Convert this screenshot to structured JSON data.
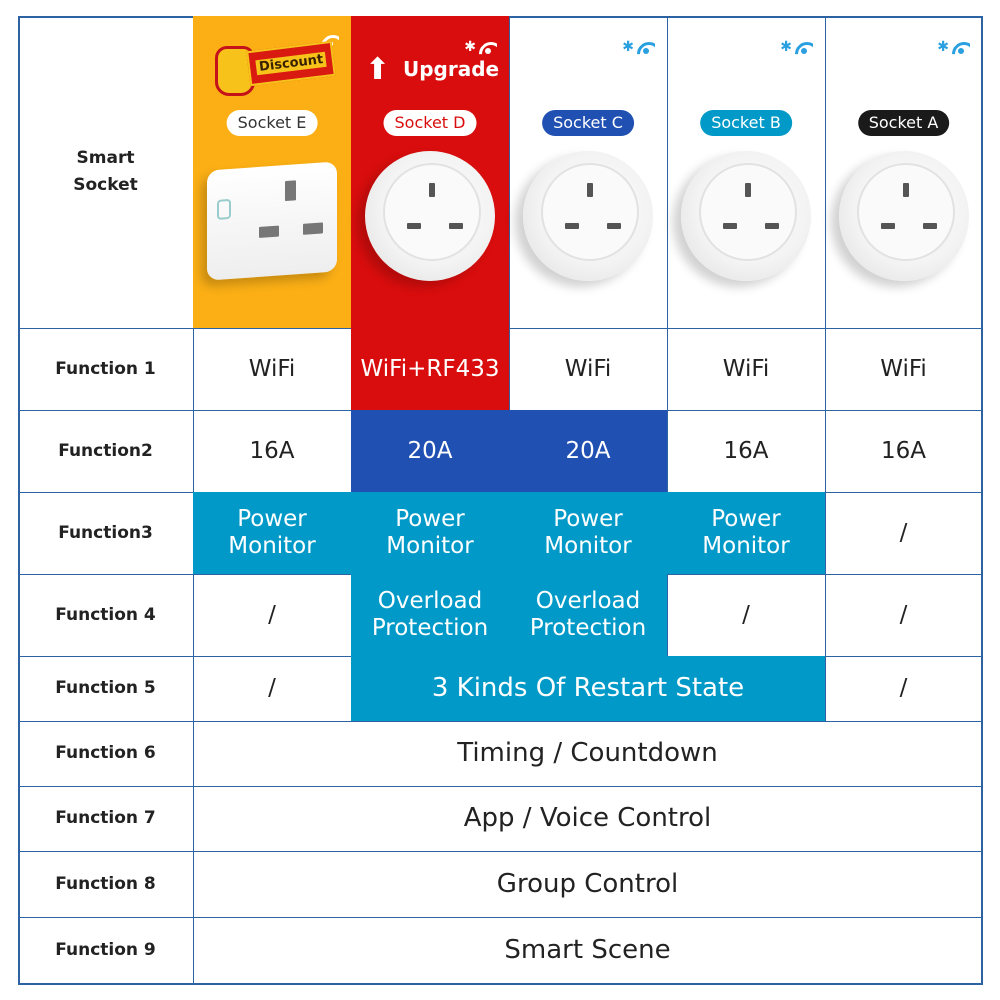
{
  "header": {
    "row_label": "Smart Socket",
    "products": [
      {
        "name": "Socket E",
        "badge": "Discount",
        "connectivity": [
          "wifi"
        ],
        "bg": "#fbaf15"
      },
      {
        "name": "Socket D",
        "badge": "Upgrade",
        "connectivity": [
          "bluetooth",
          "wifi"
        ],
        "bg": "#d90d0d"
      },
      {
        "name": "Socket C",
        "connectivity": [
          "bluetooth",
          "wifi"
        ],
        "pill": "#2150b3"
      },
      {
        "name": "Socket B",
        "connectivity": [
          "bluetooth",
          "wifi"
        ],
        "pill": "#0199c7"
      },
      {
        "name": "Socket A",
        "connectivity": [
          "bluetooth",
          "wifi"
        ],
        "pill": "#1a1a1a"
      }
    ]
  },
  "rows": [
    {
      "label": "Function 1",
      "cells": [
        "WiFi",
        "WiFi+RF433",
        "WiFi",
        "WiFi",
        "WiFi"
      ]
    },
    {
      "label": "Function2",
      "cells": [
        "16A",
        "20A",
        "20A",
        "16A",
        "16A"
      ]
    },
    {
      "label": "Function3",
      "cells": [
        "Power Monitor",
        "Power Monitor",
        "Power Monitor",
        "Power Monitor",
        "/"
      ]
    },
    {
      "label": "Function 4",
      "cells": [
        "/",
        "Overload Protection",
        "Overload Protection",
        "/",
        "/"
      ]
    },
    {
      "label": "Function 5",
      "cells": [
        "/",
        "3 Kinds Of Restart State",
        "/"
      ]
    },
    {
      "label": "Function 6",
      "cells": [
        "Timing / Countdown"
      ]
    },
    {
      "label": "Function 7",
      "cells": [
        "App / Voice Control"
      ]
    },
    {
      "label": "Function 8",
      "cells": [
        "Group Control"
      ]
    },
    {
      "label": "Function 9",
      "cells": [
        "Smart Scene"
      ]
    }
  ],
  "icons": {
    "bluetooth": "✱"
  }
}
